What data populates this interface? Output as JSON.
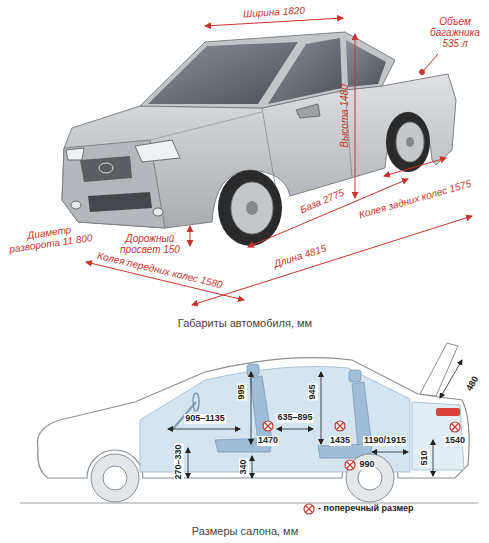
{
  "diagram": {
    "caption": "Размеры салона, мм",
    "labels": [
      "Ширина 1820",
      "Объем багажника 535 л",
      "Высота 1480",
      "База 2775",
      "Длина 4815",
      "Колея задних колес 1575",
      "Диаметр разворота 11 800",
      "Дорожный просвет 150",
      "Колея передних колес 1580",
      "Габариты автомобиля, мм",
      "995",
      "945",
      "1470",
      "1435",
      "905–1135",
      "635–895",
      "1190/1915",
      "480",
      "270–330",
      "340",
      "990",
      "510",
      "1540"
    ],
    "legend": [
      {
        "text": "- поперечный размер"
      }
    ]
  }
}
